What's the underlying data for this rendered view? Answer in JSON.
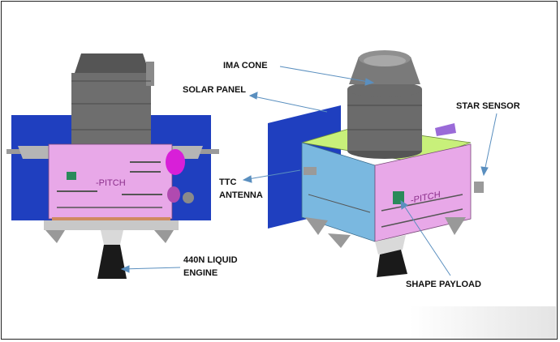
{
  "labels": {
    "ima_cone": "IMA CONE",
    "solar_panel": "SOLAR PANEL",
    "star_sensor": "STAR SENSOR",
    "ttc_antenna_line1": "TTC",
    "ttc_antenna_line2": "ANTENNA",
    "engine_line1": "440N LIQUID",
    "engine_line2": "ENGINE",
    "shape_payload": "SHAPE PAYLOAD"
  },
  "panel_text": {
    "left_pitch": "-PITCH",
    "right_pitch": "-PITCH"
  },
  "colors": {
    "solar_panel": "#1f3fbf",
    "body_side": "#e8a8e8",
    "body_front": "#7ab8e0",
    "top_deck": "#c8f07a",
    "cone": "#6b6b6b",
    "arrow": "#5a8fbf",
    "engine_bell": "#1a1a1a"
  }
}
